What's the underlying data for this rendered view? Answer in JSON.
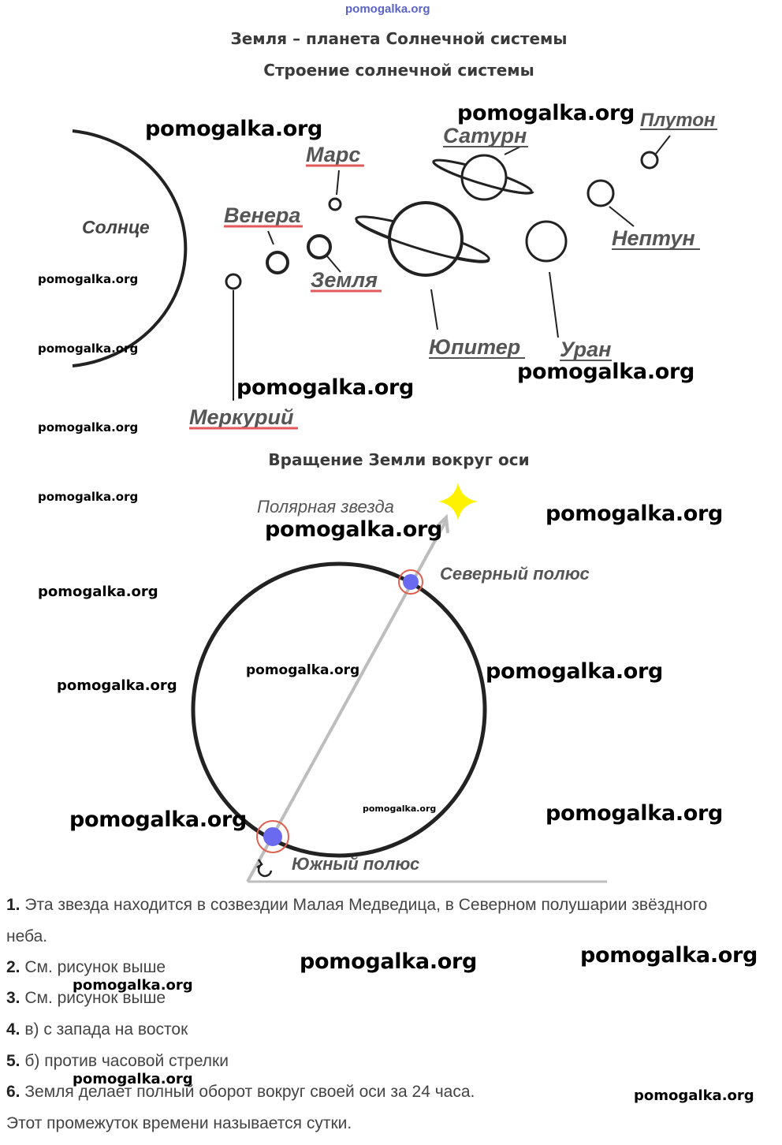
{
  "site_watermark_top": "pomogalka.org",
  "titles": {
    "main": "Земля – планета Солнечной системы",
    "structure": "Строение солнечной системы",
    "rotation": "Вращение Земли вокруг оси"
  },
  "solar_system": {
    "sun": "Солнце",
    "planets": {
      "mercury": "Меркурий",
      "venus": "Венера",
      "earth": "Земля",
      "mars": "Марс",
      "jupiter": "Юпитер",
      "saturn": "Сатурн",
      "uranus": "Уран",
      "neptune": "Нептун",
      "pluto": "Плутон"
    }
  },
  "rotation": {
    "polar_star": "Полярная звезда",
    "north_pole": "Северный полюс",
    "south_pole": "Южный полюс"
  },
  "answers": [
    {
      "num": "1.",
      "text": "Эта звезда находится в созвездии Малая Медведица, в Северном полушарии звёздного"
    },
    {
      "num": "",
      "text": "неба."
    },
    {
      "num": "2.",
      "text": "См. рисунок выше"
    },
    {
      "num": "3.",
      "text": "См. рисунок выше"
    },
    {
      "num": "4.",
      "text": "в) с запада на восток"
    },
    {
      "num": "5.",
      "text": "б) против часовой стрелки"
    },
    {
      "num": "6.",
      "text": "Земля делает полный оборот вокруг своей оси за 24 часа."
    },
    {
      "num": "",
      "text": "Этот промежуток времени называется сутки."
    }
  ],
  "watermark": "pomogalka.org",
  "colors": {
    "label_underline": "#e05a5a",
    "pole_dot": "#6a6af0",
    "pole_ring": "#e06050",
    "star": "#fff200",
    "axis": "#bdbdbd"
  }
}
